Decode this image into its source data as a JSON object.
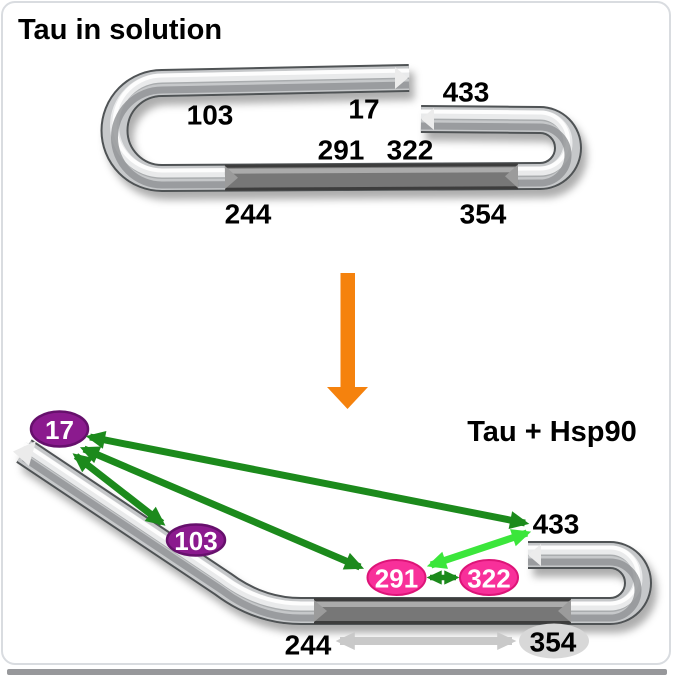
{
  "figure": {
    "top_panel": {
      "title": "Tau in solution",
      "labels": {
        "n103": "103",
        "n17": "17",
        "n433": "433",
        "n291": "291",
        "n322": "322",
        "n244": "244",
        "n354": "354"
      }
    },
    "bottom_panel": {
      "title": "Tau + Hsp90",
      "badges": {
        "b17": "17",
        "b103": "103",
        "b291": "291",
        "b322": "322"
      },
      "labels": {
        "n433": "433",
        "n244": "244",
        "n354": "354"
      }
    },
    "connections": [
      {
        "from": "17",
        "to": "433",
        "style": "dark-green-double-arrow"
      },
      {
        "from": "17",
        "to": "291",
        "style": "dark-green-double-arrow"
      },
      {
        "from": "17",
        "to": "103",
        "style": "dark-green-double-arrow"
      },
      {
        "from": "291",
        "to": "322",
        "style": "dark-green-double-arrow"
      },
      {
        "from": "291",
        "to": "433",
        "style": "light-green-double-arrow"
      },
      {
        "from": "244",
        "to": "354",
        "style": "gray-double-arrow"
      }
    ],
    "colors": {
      "dark_green": "#1C8A1C",
      "light_green": "#3BE63B",
      "purple_badge": "#8B1A8E",
      "pink_badge": "#F8309A",
      "orange_arrow": "#F5820D",
      "gray_arrow": "#C9C9C9",
      "tube_silver": "#C6C8CA",
      "tube_dark_segment": "#6F6F6F"
    }
  }
}
